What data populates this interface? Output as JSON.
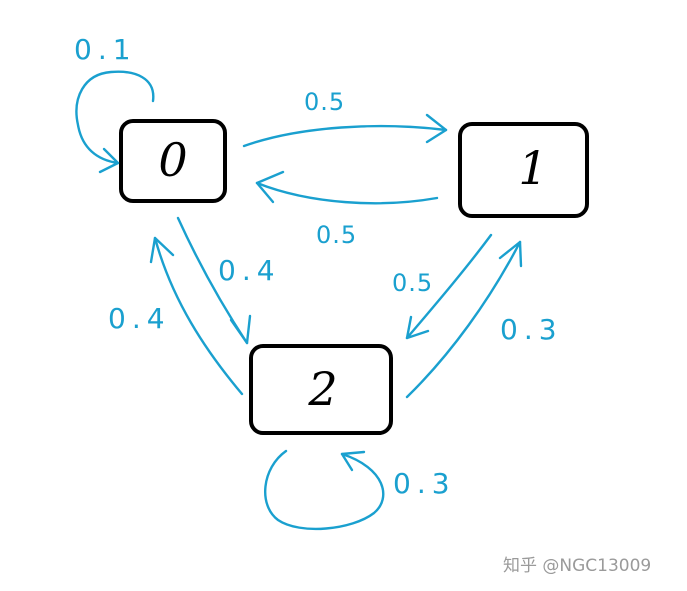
{
  "diagram": {
    "colors": {
      "edge": "#1aa0cf",
      "box": "#000000"
    },
    "states": [
      {
        "id": "s0",
        "label": "0"
      },
      {
        "id": "s1",
        "label": "1"
      },
      {
        "id": "s2",
        "label": "2"
      }
    ],
    "transitions": [
      {
        "from": "0",
        "to": "0",
        "label": "0.1"
      },
      {
        "from": "0",
        "to": "1",
        "label": "0.5"
      },
      {
        "from": "1",
        "to": "0",
        "label": "0.5"
      },
      {
        "from": "0",
        "to": "2",
        "label": "0.4"
      },
      {
        "from": "2",
        "to": "0",
        "label": "0.4"
      },
      {
        "from": "1",
        "to": "2",
        "label": "0.5"
      },
      {
        "from": "2",
        "to": "1",
        "label": "0.3"
      },
      {
        "from": "2",
        "to": "2",
        "label": "0.3"
      }
    ]
  },
  "watermark": "知乎 @NGC13009"
}
